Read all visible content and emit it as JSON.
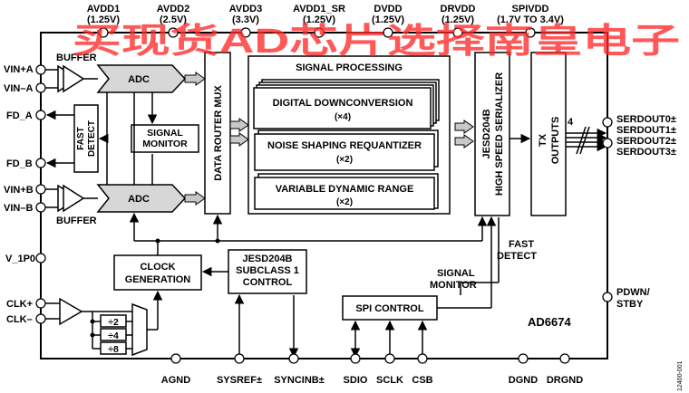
{
  "watermark": "买现货AD芯片选择南皇电子",
  "part_number": "AD6674",
  "figure_id": "12400-001",
  "power_pins": [
    {
      "name": "AVDD1",
      "voltage": "(1.25V)"
    },
    {
      "name": "AVDD2",
      "voltage": "(2.5V)"
    },
    {
      "name": "AVDD3",
      "voltage": "(3.3V)"
    },
    {
      "name": "AVDD1_SR",
      "voltage": "(1.25V)"
    },
    {
      "name": "DVDD",
      "voltage": "(1.25V)"
    },
    {
      "name": "DRVDD",
      "voltage": "(1.25V)"
    },
    {
      "name": "SPIVDD",
      "voltage": "(1.7V TO 3.4V)"
    }
  ],
  "left_pins": {
    "vin_a_pos": "VIN+A",
    "vin_a_neg": "VIN–A",
    "fd_a": "FD_A",
    "fd_b": "FD_B",
    "vin_b_pos": "VIN+B",
    "vin_b_neg": "VIN–B",
    "v_1p0": "V_1P0",
    "clk_pos": "CLK+",
    "clk_neg": "CLK–"
  },
  "bottom_pins": [
    "AGND",
    "SYSREF±",
    "SYNCINB±",
    "SDIO",
    "SCLK",
    "CSB",
    "DGND",
    "DRGND"
  ],
  "right_pins": {
    "serdout": [
      "SERDOUT0±",
      "SERDOUT1±",
      "SERDOUT2±",
      "SERDOUT3±"
    ],
    "pdwn_line1": "PDWN/",
    "pdwn_line2": "STBY"
  },
  "blocks": {
    "buffer_top": "BUFFER",
    "buffer_bottom": "BUFFER",
    "adc_a": "ADC",
    "adc_b": "ADC",
    "fast_detect_line1": "FAST",
    "fast_detect_line2": "DETECT",
    "signal_monitor_line1": "SIGNAL",
    "signal_monitor_line2": "MONITOR",
    "data_router_mux": "DATA ROUTER MUX",
    "signal_processing": "SIGNAL PROCESSING",
    "ddc_line1": "DIGITAL DOWNCONVERSION",
    "ddc_line2": "(×4)",
    "nsr_line1": "NOISE SHAPING REQUANTIZER",
    "nsr_line2": "(×2)",
    "vdr_line1": "VARIABLE DYNAMIC RANGE",
    "vdr_line2": "(×2)",
    "jesd_line1": "JESD204B",
    "jesd_line2": "HIGH SPEED SERIALIZER",
    "tx_line1": "TX",
    "tx_line2": "OUTPUTS",
    "lane_count": "4",
    "clock_gen_line1": "CLOCK",
    "clock_gen_line2": "GENERATION",
    "subclass_line1": "JESD204B",
    "subclass_line2": "SUBCLASS 1",
    "subclass_line3": "CONTROL",
    "spi_control": "SPI CONTROL",
    "div2": "÷2",
    "div4": "÷4",
    "div8": "÷8",
    "fast_detect_label_line1": "FAST",
    "fast_detect_label_line2": "DETECT",
    "signal_monitor_label_line1": "SIGNAL",
    "signal_monitor_label_line2": "MONITOR"
  }
}
